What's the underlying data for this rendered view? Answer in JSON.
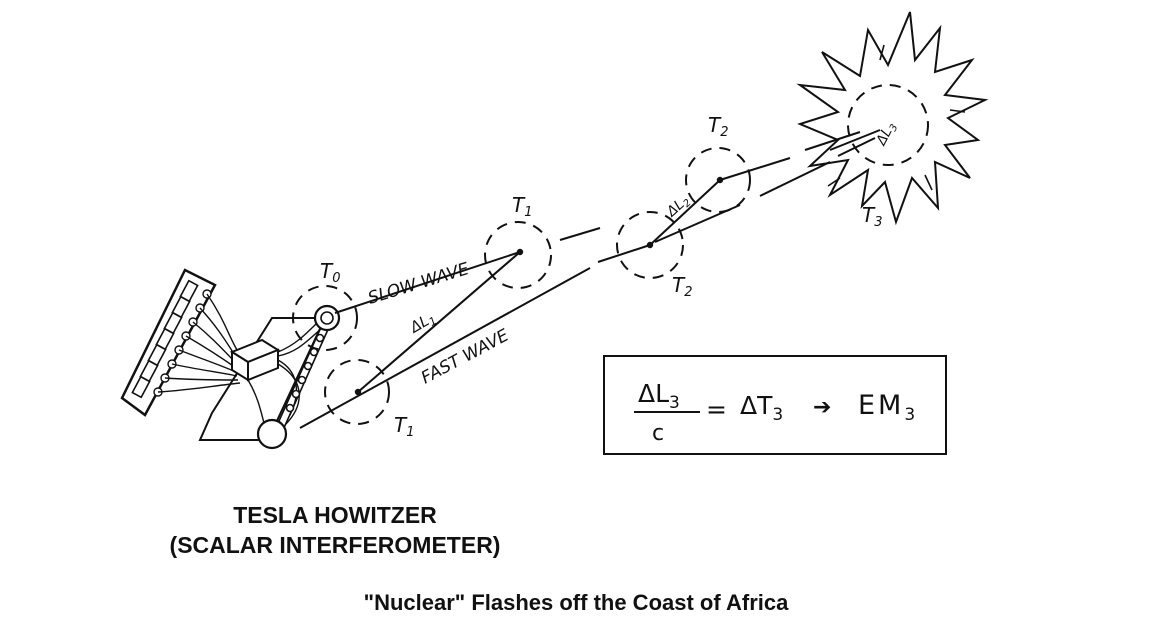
{
  "figure": {
    "labels": {
      "t0": "T",
      "t0_sub": "0",
      "t1_top": "T",
      "t1_top_sub": "1",
      "t1_bottom": "T",
      "t1_bottom_sub": "1",
      "t2_top": "T",
      "t2_top_sub": "2",
      "t2_bottom": "T",
      "t2_bottom_sub": "2",
      "t3": "T",
      "t3_sub": "3",
      "slow_wave": "SLOW WAVE",
      "fast_wave": "FAST WAVE",
      "dl1": "ΔL",
      "dl1_sub": "1",
      "dl2": "ΔL",
      "dl2_sub": "2",
      "dl3": "ΔL",
      "dl3_sub": "3"
    },
    "equation": {
      "numerator": "ΔL",
      "numerator_sub": "3",
      "denominator": "c",
      "equals": "=",
      "rhs": "ΔT",
      "rhs_sub": "3",
      "arrow": "➔",
      "result": "EM",
      "result_sub": "3"
    }
  },
  "captions": {
    "device_line1": "TESLA HOWITZER",
    "device_line2": "(SCALAR INTERFEROMETER)",
    "figure": "\"Nuclear\" Flashes off the Coast of Africa"
  }
}
